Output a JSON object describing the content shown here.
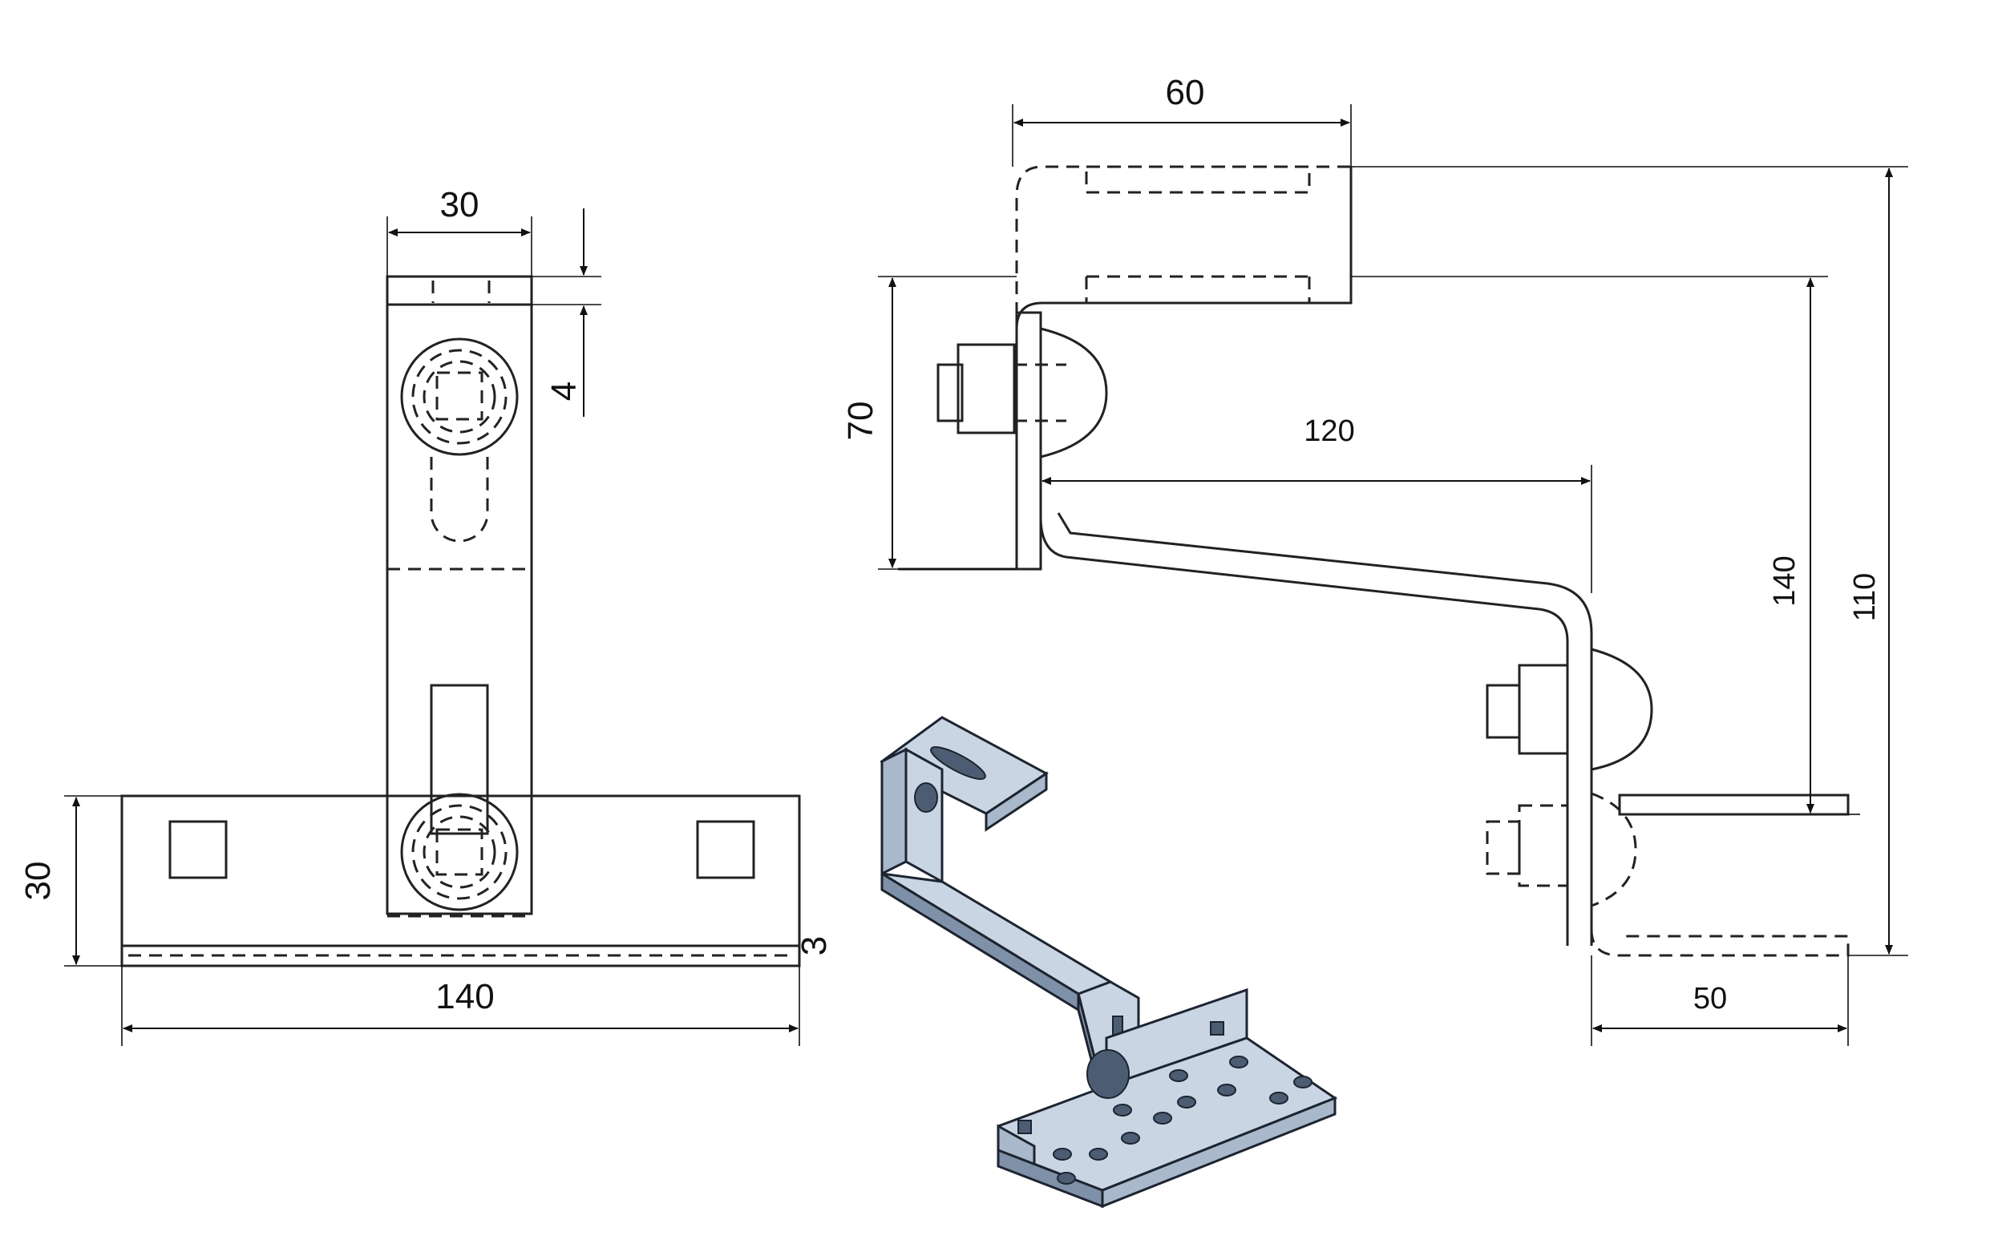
{
  "dimensions": {
    "top_view_width": "30",
    "top_view_thickness": "4",
    "base_height": "30",
    "base_plate_thickness": "3",
    "base_length": "140",
    "side_top_length": "60",
    "side_upper_height": "70",
    "side_offset": "120",
    "side_lower_height": "140",
    "side_total_height": "110",
    "side_foot_length": "50"
  },
  "colors": {
    "line": "#222222",
    "metal_light": "#c9d5e3",
    "metal_mid": "#a9b8cb",
    "metal_dark": "#7f91a8"
  }
}
